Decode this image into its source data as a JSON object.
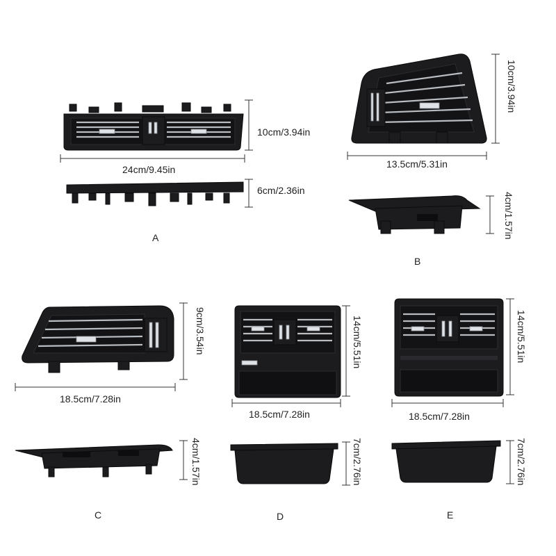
{
  "parts": [
    {
      "letter": "A",
      "views": [
        {
          "width_label": "24cm/9.45in",
          "height_label": "10cm/3.94in"
        },
        {
          "height_label": "6cm/2.36in"
        }
      ]
    },
    {
      "letter": "B",
      "views": [
        {
          "width_label": "13.5cm/5.31in",
          "height_label": "10cm/3.94in"
        },
        {
          "height_label": "4cm/1.57in"
        }
      ]
    },
    {
      "letter": "C",
      "views": [
        {
          "width_label": "18.5cm/7.28in",
          "height_label": "9cm/3.54in"
        },
        {
          "height_label": "4cm/1.57in"
        }
      ]
    },
    {
      "letter": "D",
      "views": [
        {
          "width_label": "18.5cm/7.28in",
          "height_label": "14cm/5.51in"
        },
        {
          "height_label": "7cm/2.76in"
        }
      ]
    },
    {
      "letter": "E",
      "views": [
        {
          "width_label": "18.5cm/7.28in",
          "height_label": "14cm/5.51in"
        },
        {
          "height_label": "7cm/2.76in"
        }
      ]
    }
  ]
}
